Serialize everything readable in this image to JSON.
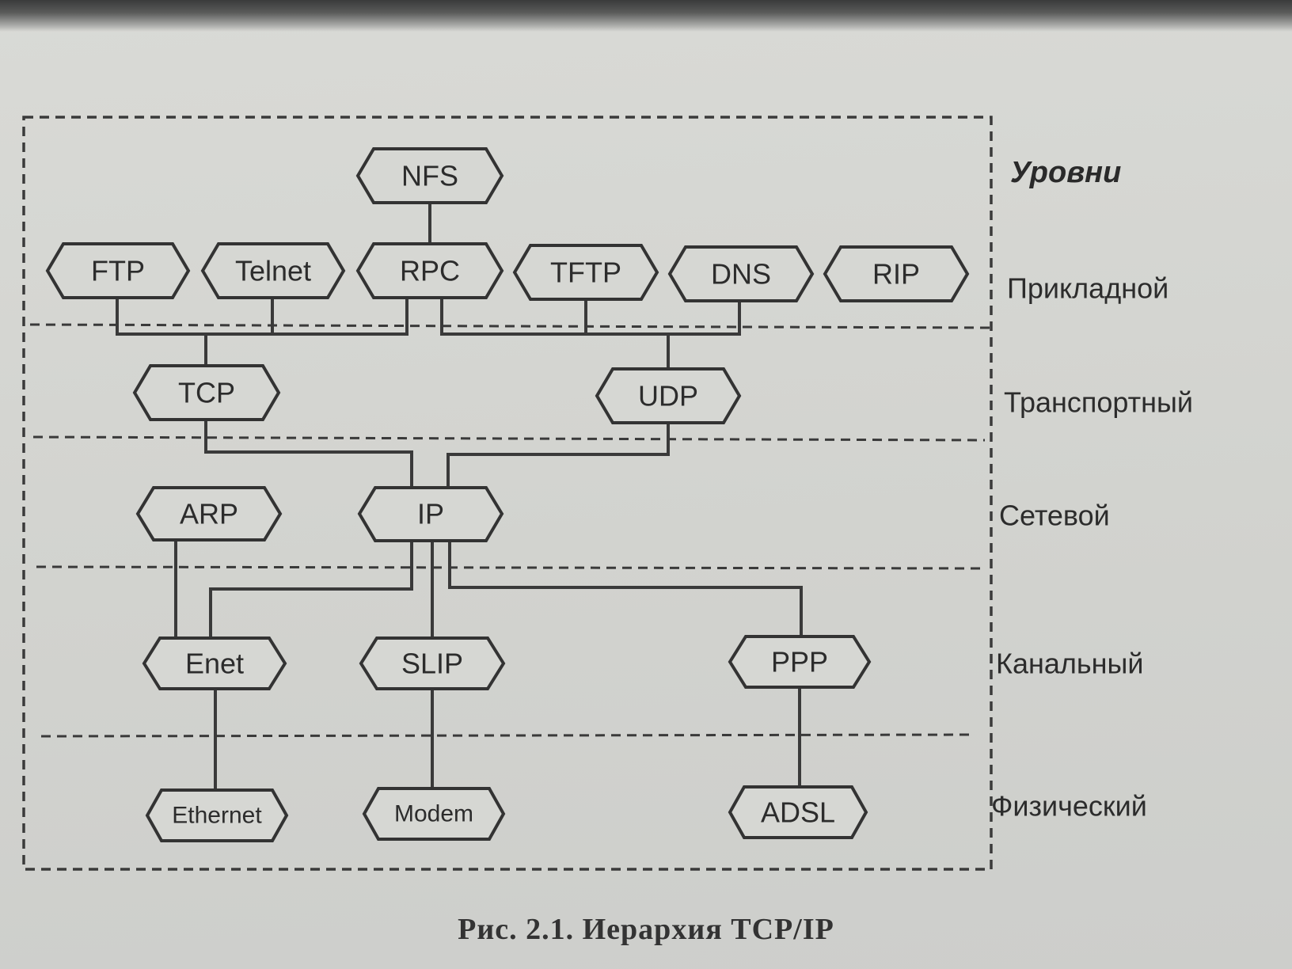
{
  "layers_heading": "Уровни",
  "layers": [
    "Прикладной",
    "Транспортный",
    "Сетевой",
    "Канальный",
    "Физический"
  ],
  "nodes": {
    "nfs": "NFS",
    "ftp": "FTP",
    "telnet": "Telnet",
    "rpc": "RPC",
    "tftp": "TFTP",
    "dns": "DNS",
    "rip": "RIP",
    "tcp": "TCP",
    "udp": "UDP",
    "arp": "ARP",
    "ip": "IP",
    "enet": "Enet",
    "slip": "SLIP",
    "ppp": "PPP",
    "ethernet": "Ethernet",
    "modem": "Modem",
    "adsl": "ADSL"
  },
  "caption": "Рис. 2.1. Иерархия TCP/IP"
}
